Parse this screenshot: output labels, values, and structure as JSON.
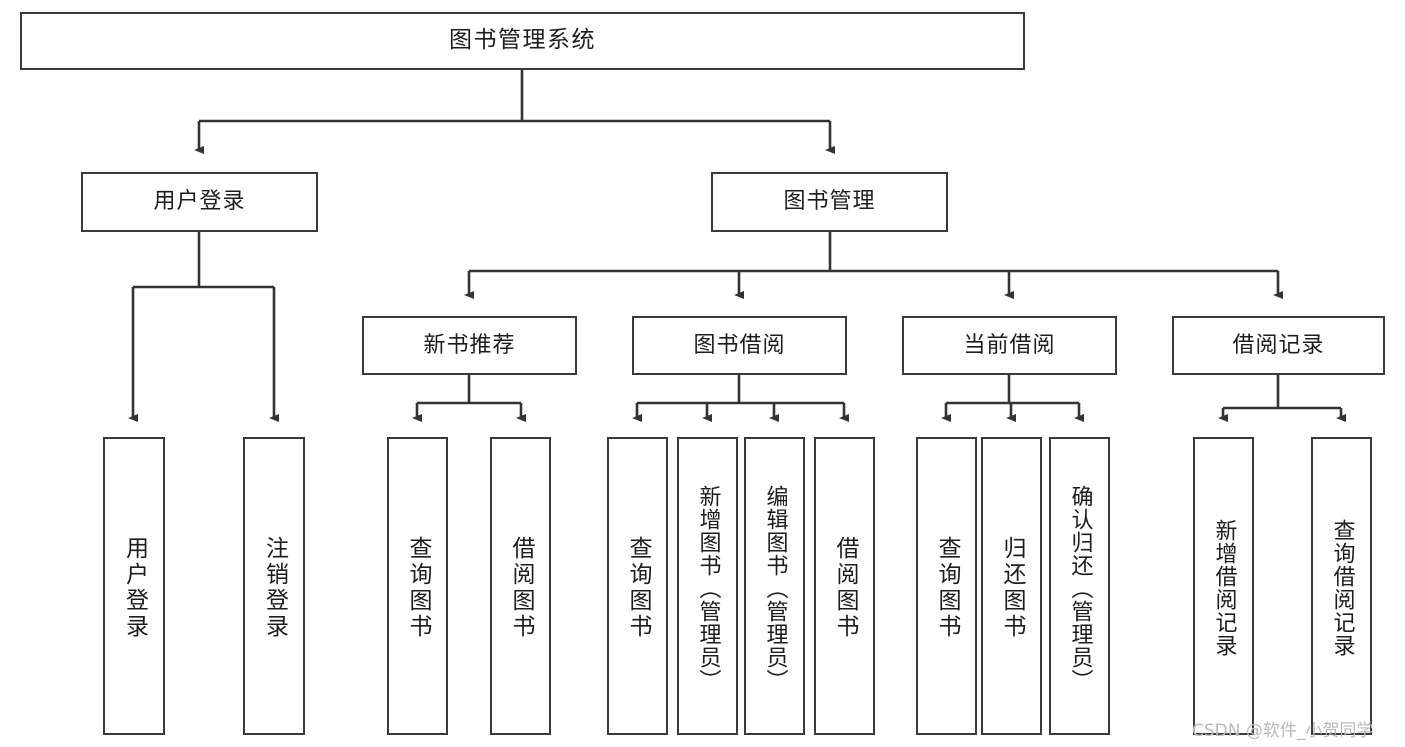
{
  "diagram": {
    "title": "图书管理系统",
    "type": "tree-hierarchy-chart",
    "colors": {
      "box_border": "#3a3a3a",
      "box_fill": "#ffffff",
      "connector": "#333333",
      "text": "#1d1d1d",
      "watermark": "#b9b9b9",
      "background": "#ffffff"
    },
    "root": {
      "id": "root",
      "label": "图书管理系统"
    },
    "level2": [
      {
        "id": "user-login",
        "label": "用户登录"
      },
      {
        "id": "book-management",
        "label": "图书管理"
      }
    ],
    "level3": [
      {
        "id": "new-book-recommend",
        "label": "新书推荐"
      },
      {
        "id": "book-borrow",
        "label": "图书借阅"
      },
      {
        "id": "current-borrow",
        "label": "当前借阅"
      },
      {
        "id": "borrow-record",
        "label": "借阅记录"
      }
    ],
    "leaves": {
      "user_login": [
        {
          "id": "leaf-user-login",
          "label": "用户登录"
        },
        {
          "id": "leaf-logout-login",
          "label": "注销登录"
        }
      ],
      "new_book_recommend": [
        {
          "id": "leaf-query-book-1",
          "label": "查询图书"
        },
        {
          "id": "leaf-borrow-book-1",
          "label": "借阅图书"
        }
      ],
      "book_borrow": [
        {
          "id": "leaf-query-book-2",
          "label": "查询图书"
        },
        {
          "id": "leaf-add-book",
          "label": "新增图书（管理员）"
        },
        {
          "id": "leaf-edit-book",
          "label": "编辑图书（管理员）"
        },
        {
          "id": "leaf-borrow-book-2",
          "label": "借阅图书"
        }
      ],
      "current_borrow": [
        {
          "id": "leaf-query-book-3",
          "label": "查询图书"
        },
        {
          "id": "leaf-return-book",
          "label": "归还图书"
        },
        {
          "id": "leaf-confirm-return",
          "label": "确认归还（管理员）"
        }
      ],
      "borrow_record": [
        {
          "id": "leaf-add-record",
          "label": "新增借阅记录"
        },
        {
          "id": "leaf-query-record",
          "label": "查询借阅记录"
        }
      ]
    }
  },
  "watermark": {
    "text": "CSDN @软件_小贺同学"
  }
}
